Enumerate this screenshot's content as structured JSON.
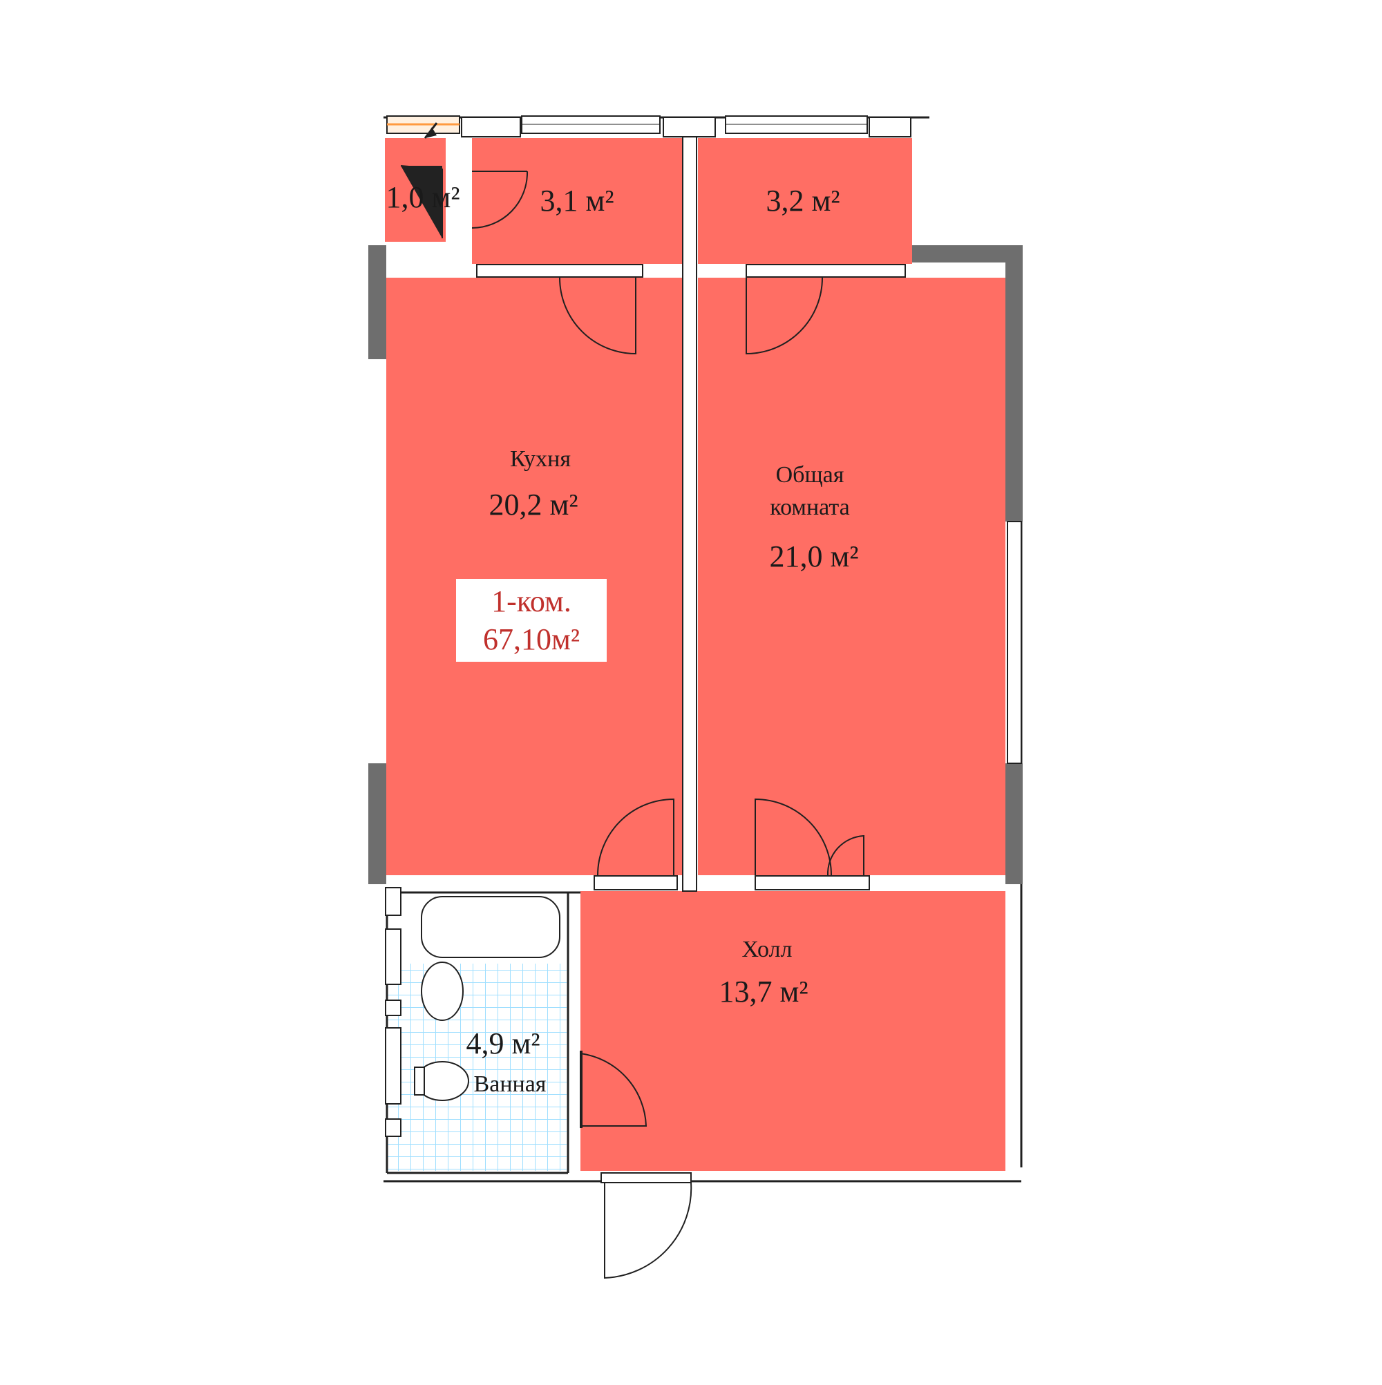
{
  "colors": {
    "room_fill": "#ff6e64",
    "wall_gray": "#6e6e6e",
    "wall_dark": "#202020",
    "tile_line": "#9fdfff",
    "badge_text": "#c0302c",
    "background": "#ffffff"
  },
  "rooms": {
    "storage_small": {
      "area": "1,0 м²"
    },
    "loggia_1": {
      "area": "3,1 м²"
    },
    "loggia_2": {
      "area": "3,2 м²"
    },
    "kitchen": {
      "name": "Кухня",
      "area": "20,2 м²"
    },
    "living": {
      "name_line1": "Общая",
      "name_line2": "комната",
      "area": "21,0 м²"
    },
    "hall": {
      "name": "Холл",
      "area": "13,7 м²"
    },
    "bathroom": {
      "name": "Ванная",
      "area": "4,9 м²"
    }
  },
  "apartment_badge": {
    "type": "1-ком.",
    "total_area": "67,10м²"
  }
}
